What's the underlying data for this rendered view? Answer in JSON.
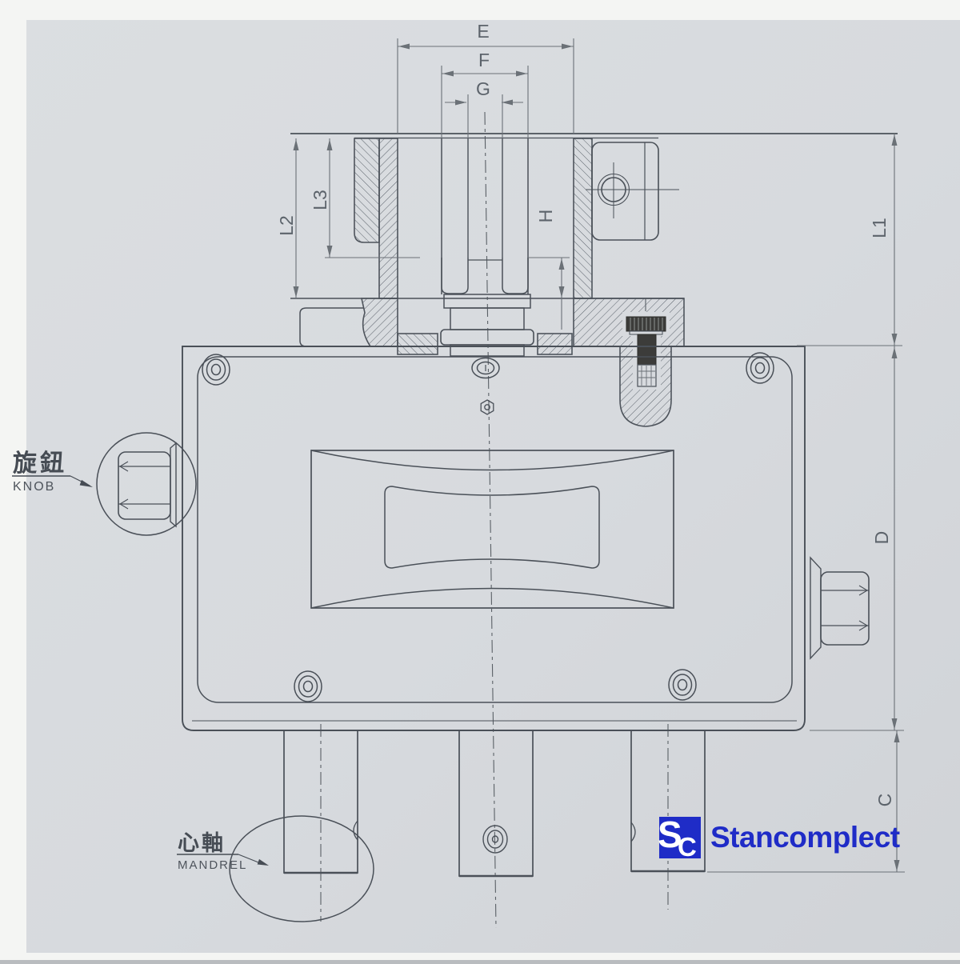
{
  "dimensions": {
    "top": {
      "e": "E",
      "f": "F",
      "g": "G"
    },
    "left": {
      "l2": "L2",
      "l3": "L3"
    },
    "center": {
      "h": "H"
    },
    "right": {
      "l1": "L1",
      "d": "D",
      "c": "C"
    }
  },
  "callouts": {
    "knob": {
      "zh": "旋鈕",
      "en": "KNOB"
    },
    "mandrel": {
      "zh": "心軸",
      "en": "MANDREL"
    }
  },
  "logo": {
    "monogram_s": "S",
    "monogram_c": "C",
    "name": "Stancomplect",
    "brand_color": "#1f2cc7"
  },
  "colors": {
    "paper": "#d8dbde",
    "line": "#4e545c",
    "dim_line": "#6b7177",
    "scan_border": "#f4f5f3"
  }
}
